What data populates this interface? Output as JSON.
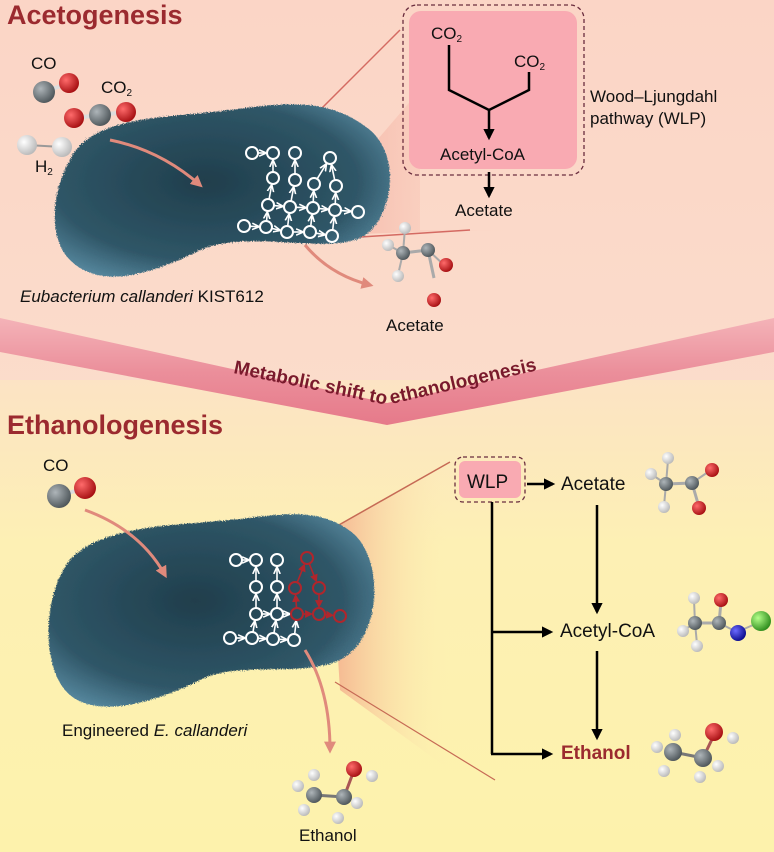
{
  "colors": {
    "title": "#9b2a2f",
    "top_bg": "#fbd8c8",
    "bottom_bg": "#fdf0b0",
    "band": "#e8838f",
    "box": "#f9aab2",
    "bacterium": "#3f6f84",
    "arrow_pink": "#e08a7c",
    "highlight_pathway": "#b0262c"
  },
  "top": {
    "title": "Acetogenesis",
    "gases": {
      "co": "CO",
      "co2_main": "CO",
      "co2_sub": "2",
      "h2_main": "H",
      "h2_sub": "2"
    },
    "organism_italic": "Eubacterium callanderi",
    "organism_strain": " KIST612",
    "product_label": "Acetate",
    "wlp_box": {
      "input1_main": "CO",
      "input1_sub": "2",
      "input2_main": "CO",
      "input2_sub": "2",
      "intermediate": "Acetyl-CoA",
      "output": "Acetate",
      "caption_line1": "Wood–Ljungdahl",
      "caption_line2": "pathway (WLP)"
    }
  },
  "band": {
    "label": "Metabolic shift to ethanologenesis"
  },
  "bottom": {
    "title": "Ethanologenesis",
    "gas": "CO",
    "organism_prefix": "Engineered ",
    "organism_italic": "E. callanderi",
    "product_label": "Ethanol",
    "flow": {
      "source": "WLP",
      "node_acetate": "Acetate",
      "node_acetylcoa": "Acetyl-CoA",
      "node_ethanol": "Ethanol"
    }
  }
}
